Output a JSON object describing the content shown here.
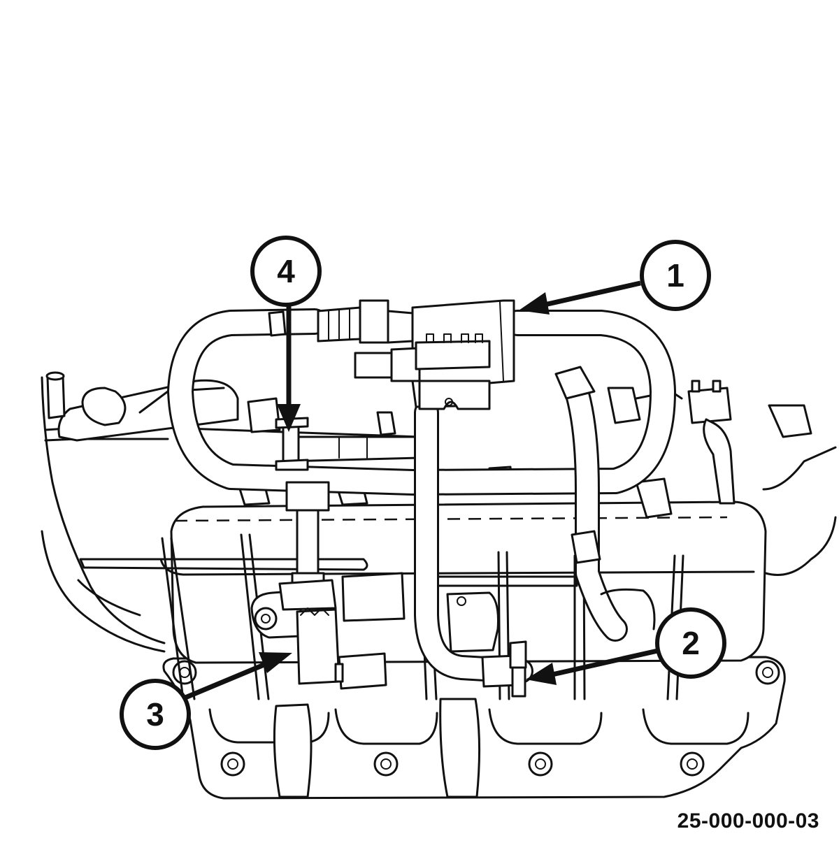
{
  "figure": {
    "id_label": "25-000-000-03"
  },
  "callouts": [
    {
      "number": "1"
    },
    {
      "number": "2"
    },
    {
      "number": "3"
    },
    {
      "number": "4"
    }
  ],
  "colors": {
    "line": "#111111",
    "background": "#ffffff"
  }
}
